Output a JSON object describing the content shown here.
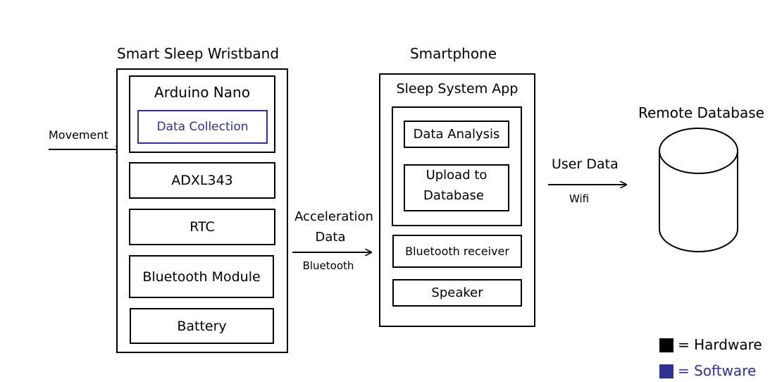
{
  "wristband": {
    "title": "Smart Sleep Wristband",
    "mcu": "Arduino Nano",
    "mcu_software": "Data Collection",
    "accelerometer": "ADXL343",
    "rtc": "RTC",
    "bluetooth": "Bluetooth Module",
    "battery": "Battery",
    "input_label": "Movement"
  },
  "link_phone": {
    "label_line1": "Acceleration",
    "label_line2": "Data",
    "medium": "Bluetooth"
  },
  "smartphone": {
    "title": "Smartphone",
    "app_title": "Sleep System App",
    "analysis": "Data Analysis",
    "upload_line1": "Upload to",
    "upload_line2": "Database",
    "bt_receiver": "Bluetooth receiver",
    "speaker": "Speaker"
  },
  "link_cloud": {
    "label": "User Data",
    "medium": "Wifi"
  },
  "database": {
    "title": "Remote Database"
  },
  "legend": {
    "hardware": {
      "label": "= Hardware",
      "color": "#000000"
    },
    "software": {
      "label": "= Software",
      "color": "#2e3192"
    }
  }
}
